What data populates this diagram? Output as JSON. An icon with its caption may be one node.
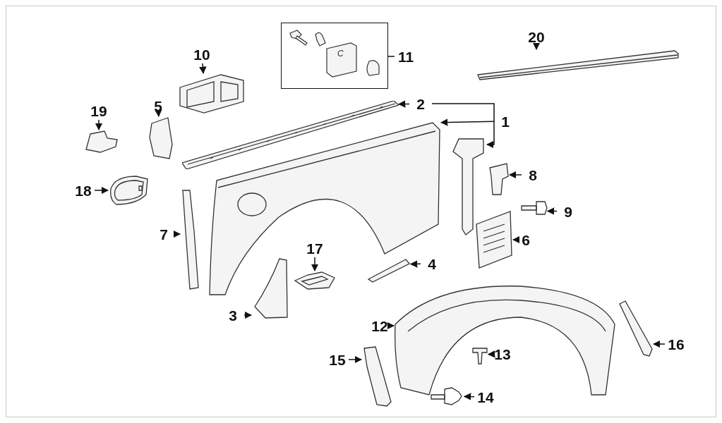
{
  "diagram": {
    "nodes": [
      {
        "text": [
          "1"
        ]
      },
      {
        "text": [
          "2"
        ]
      },
      {
        "text": [
          "3"
        ]
      },
      {
        "text": [
          "4"
        ]
      },
      {
        "text": [
          "5"
        ]
      },
      {
        "text": [
          "6"
        ]
      },
      {
        "text": [
          "7"
        ]
      },
      {
        "text": [
          "8"
        ]
      },
      {
        "text": [
          "9"
        ]
      },
      {
        "text": [
          "10"
        ]
      },
      {
        "text": [
          "11"
        ]
      },
      {
        "text": [
          "12"
        ]
      },
      {
        "text": [
          "13"
        ]
      },
      {
        "text": [
          "14"
        ]
      },
      {
        "text": [
          "15"
        ]
      },
      {
        "text": [
          "16"
        ]
      },
      {
        "text": [
          "17"
        ]
      },
      {
        "text": [
          "18"
        ]
      },
      {
        "text": [
          "19"
        ]
      },
      {
        "text": [
          "20"
        ]
      },
      {
        "text": [],
        "shape": "picture"
      },
      {
        "text": [],
        "shape": "picture"
      },
      {
        "text": [],
        "shape": "picture"
      },
      {
        "text": [],
        "shape": "picture"
      },
      {
        "text": [],
        "shape": "picture"
      },
      {
        "text": [],
        "shape": "picture"
      },
      {
        "text": [],
        "shape": "picture"
      },
      {
        "text": [],
        "shape": "picture"
      },
      {
        "text": [],
        "shape": "picture"
      },
      {
        "text": [],
        "shape": "picture"
      },
      {
        "text": [],
        "shape": "picture"
      },
      {
        "text": [],
        "shape": "box"
      },
      {
        "text": [],
        "shape": "picture"
      },
      {
        "text": [],
        "shape": "picture"
      },
      {
        "text": [],
        "shape": "picture"
      },
      {
        "text": [],
        "shape": "picture"
      },
      {
        "text": [],
        "shape": "picture"
      },
      {
        "text": [],
        "shape": "picture"
      },
      {
        "text": [],
        "shape": "picture"
      },
      {
        "text": [],
        "shape": "picture"
      },
      {
        "text": [],
        "shape": "picture"
      }
    ],
    "edges": [
      {
        "from": 0,
        "to": 20,
        "arrow": "to"
      },
      {
        "from": 1,
        "to": 21,
        "arrow": "to"
      },
      {
        "from": 1,
        "to": 22,
        "arrow": "to"
      },
      {
        "from": 2,
        "to": 23,
        "arrow": "to"
      },
      {
        "from": 3,
        "to": 24,
        "arrow": "to"
      },
      {
        "from": 4,
        "to": 25,
        "arrow": "to"
      },
      {
        "from": 5,
        "to": 26,
        "arrow": "to"
      },
      {
        "from": 6,
        "to": 27,
        "arrow": "to"
      },
      {
        "from": 7,
        "to": 28,
        "arrow": "to"
      },
      {
        "from": 8,
        "to": 29,
        "arrow": "to"
      },
      {
        "from": 9,
        "to": 30,
        "arrow": "to"
      },
      {
        "from": 10,
        "to": 31,
        "arrow": "none"
      },
      {
        "from": 11,
        "to": 32,
        "arrow": "to"
      },
      {
        "from": 12,
        "to": 33,
        "arrow": "to"
      },
      {
        "from": 13,
        "to": 34,
        "arrow": "to"
      },
      {
        "from": 14,
        "to": 35,
        "arrow": "to"
      },
      {
        "from": 15,
        "to": 36,
        "arrow": "to"
      },
      {
        "from": 16,
        "to": 37,
        "arrow": "to"
      },
      {
        "from": 17,
        "to": 38,
        "arrow": "to"
      },
      {
        "from": 18,
        "to": 39,
        "arrow": "to"
      },
      {
        "from": 19,
        "to": 40,
        "arrow": "to"
      }
    ],
    "labels": [
      "C"
    ]
  }
}
